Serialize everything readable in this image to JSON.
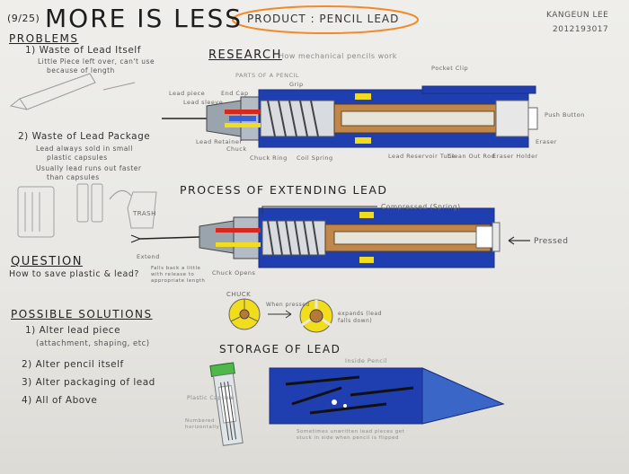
{
  "header": {
    "date": "(9/25)",
    "title": "MORE IS LESS",
    "product": "PRODUCT : PENCIL LEAD",
    "author": "KANGEUN LEE",
    "student_id": "2012193017"
  },
  "problems": {
    "heading": "PROBLEMS",
    "p1": "1) Waste of Lead Itself",
    "p1_sub1": "Little Piece left over, can't use",
    "p1_sub2": "because of length",
    "p2": "2) Waste of Lead Package",
    "p2_sub1": "Lead always sold in small",
    "p2_sub2": "plastic capsules",
    "p2_sub3": "Usually lead runs out faster",
    "p2_sub4": "than capsules",
    "trash": "TRASH"
  },
  "question": {
    "heading": "QUESTION",
    "text": "How to save plastic & lead?"
  },
  "solutions": {
    "heading": "POSSIBLE SOLUTIONS",
    "s1": "1) Alter lead piece",
    "s1_sub": "(attachment, shaping, etc)",
    "s2": "2) Alter pencil itself",
    "s3": "3) Alter packaging of lead",
    "s4": "4) All of Above"
  },
  "research": {
    "heading": "RESEARCH",
    "subtitle": "How mechanical pencils work",
    "parts_title": "PARTS OF A PENCIL",
    "labels": {
      "lead_piece": "Lead piece",
      "lead_sleeve": "Lead sleeve",
      "end_cap": "End Cap",
      "grip": "Grip",
      "pocket_clip": "Pocket Clip",
      "push_button": "Push Button",
      "eraser": "Eraser",
      "eraser_holder": "Eraser Holder",
      "clean_out_rod": "Clean Out Rod",
      "lead_reservoir": "Lead Reservoir Tube",
      "coil_spring": "Coil Spring",
      "chuck_ring": "Chuck Ring",
      "chuck": "Chuck",
      "lead_retainer": "Lead Retainer"
    }
  },
  "process": {
    "heading": "PROCESS OF EXTENDING LEAD",
    "compressed": "Compressed (Spring)",
    "pressed": "Pressed",
    "extend": "Extend",
    "falls_back": "Falls back a little with release to appropriate length",
    "chuck_opens": "Chuck Opens",
    "chuck_label": "CHUCK",
    "when_pressed": "When pressed",
    "expands": "expands (lead falls down)"
  },
  "storage": {
    "heading": "STORAGE OF LEAD",
    "inside_pencil": "Inside Pencil",
    "plastic_capsule": "Plastic Capsule",
    "note_left": "Numbered horizontally",
    "note_bottom": "Sometimes unwritten lead pieces get stuck in side when pencil is flipped"
  },
  "colors": {
    "barrel_blue": "#1f3fb0",
    "tip_gray": "#8f9ba6",
    "lead_brown": "#b57a3a",
    "orange_oval": "#f08a2a",
    "yellow": "#f2dc1e",
    "green_cap": "#4fb84a",
    "red": "#d42a1e"
  }
}
